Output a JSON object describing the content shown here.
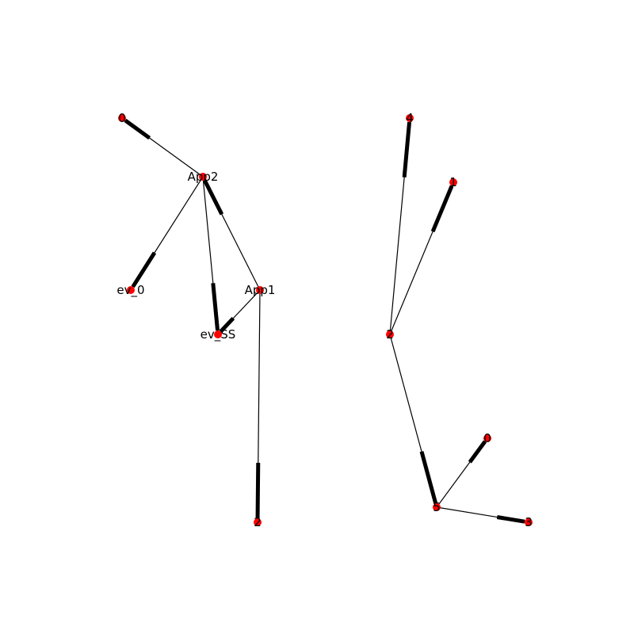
{
  "colors": {
    "node": "#ff0000",
    "edge": "#000000",
    "background": "#ffffff"
  },
  "graph": {
    "directed": true,
    "nodes": [
      {
        "id": "g1_a",
        "label": "0"
      },
      {
        "id": "g1_app2",
        "label": "App2"
      },
      {
        "id": "g1_ev0",
        "label": "ev_0"
      },
      {
        "id": "g1_app1",
        "label": "App1"
      },
      {
        "id": "g1_evss",
        "label": "ev_SS"
      },
      {
        "id": "g1_b",
        "label": "2"
      },
      {
        "id": "g2_4",
        "label": "4"
      },
      {
        "id": "g2_1",
        "label": "1"
      },
      {
        "id": "g2_2",
        "label": "2"
      },
      {
        "id": "g2_0",
        "label": "0"
      },
      {
        "id": "g2_5",
        "label": "5"
      },
      {
        "id": "g2_3",
        "label": "3"
      }
    ],
    "edges": [
      {
        "source": "g1_app2",
        "target": "g1_a"
      },
      {
        "source": "g1_app2",
        "target": "g1_ev0"
      },
      {
        "source": "g1_app2",
        "target": "g1_evss"
      },
      {
        "source": "g1_app1",
        "target": "g1_app2"
      },
      {
        "source": "g1_app1",
        "target": "g1_evss"
      },
      {
        "source": "g1_app1",
        "target": "g1_b"
      },
      {
        "source": "g2_2",
        "target": "g2_4"
      },
      {
        "source": "g2_2",
        "target": "g2_1"
      },
      {
        "source": "g2_2",
        "target": "g2_5"
      },
      {
        "source": "g2_5",
        "target": "g2_0"
      },
      {
        "source": "g2_5",
        "target": "g2_3"
      }
    ]
  }
}
